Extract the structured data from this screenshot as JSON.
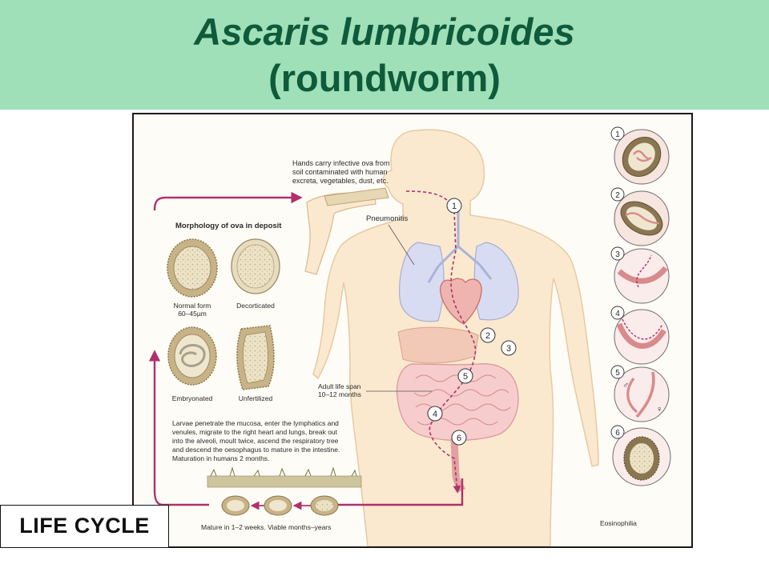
{
  "slide": {
    "title_line1": "Ascaris lumbricoides",
    "title_line2": "(roundworm)",
    "life_cycle_label": "LIFE CYCLE",
    "colors": {
      "title_band": "#9fe0b8",
      "title_text": "#0f5a3a",
      "cycle_arrow": "#b0306a",
      "lungs": "#d8dcf2",
      "gut": "#f4c2c2",
      "body": "#fbe9cf"
    }
  },
  "diagram": {
    "hands_caption": [
      "Hands carry infective ova from",
      "soil contaminated with human",
      "excreta, vegetables, dust, etc."
    ],
    "pneumonitis": "Pneumonitis",
    "morphology_title": "Morphology of ova in deposit",
    "ova": {
      "normal": "Normal form",
      "normal_size": "60–45µm",
      "decorticated": "Decorticated",
      "embryonated": "Embryonated",
      "unfertilized": "Unfertilized"
    },
    "adult_life": [
      "Adult life span",
      "10–12 months"
    ],
    "larvae_text": [
      "Larvae penetrate the mucosa, enter the lymphatics and",
      "venules, migrate to the right heart and lungs, break out",
      "into the alveoli, moult twice, ascend the respiratory tree",
      "and descend the oesophagus to mature in the intestine.",
      "Maturation in humans 2 months."
    ],
    "mature_text": "Mature in 1–2 weeks. Viable months–years",
    "eosinophilia": "Eosinophilia",
    "body_steps": [
      "1",
      "2",
      "3",
      "4",
      "5",
      "6"
    ],
    "side_steps": [
      "1",
      "2",
      "3",
      "4",
      "5",
      "6"
    ],
    "male_symbol": "♂",
    "female_symbol": "♀"
  }
}
